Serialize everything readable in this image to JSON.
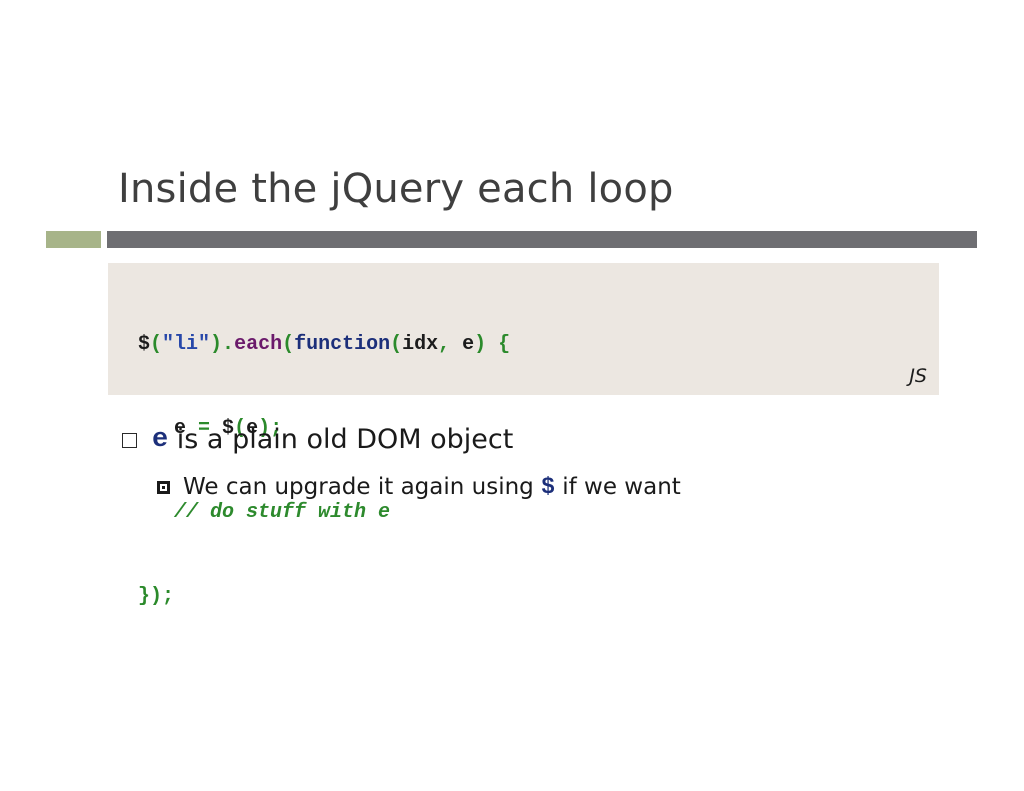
{
  "slide": {
    "title": "Inside the jQuery each loop"
  },
  "code": {
    "language_label": "JS",
    "line1": {
      "t1": "$",
      "t2": "(",
      "t3": "\"li\"",
      "t4": ").",
      "t5": "each",
      "t6": "(",
      "t7": "function",
      "t8": "(",
      "t9": "idx",
      "t10": ", ",
      "t11": "e",
      "t12": ") {"
    },
    "line2": {
      "indent": "   ",
      "t1": "e",
      "t2": " = ",
      "t3": "$",
      "t4": "(",
      "t5": "e",
      "t6": ");"
    },
    "line3": {
      "indent": "   ",
      "comment": "// do stuff with e"
    },
    "line4": {
      "t1": "});"
    }
  },
  "bullets": {
    "level1": {
      "code_part": "e",
      "text_part": " is a plain old DOM object"
    },
    "level2": {
      "text_before": "We can upgrade it again using ",
      "code_part": "$",
      "text_after": " if we want"
    }
  },
  "colors": {
    "title": "#3f3f3f",
    "rule_accent": "#a7b489",
    "rule_main": "#6e6e72",
    "code_background": "#ece7e1",
    "code_keyword": "#1c2f7a",
    "code_string": "#2747a9",
    "code_method": "#6b1a6b",
    "code_comment": "#2d8a2d"
  }
}
